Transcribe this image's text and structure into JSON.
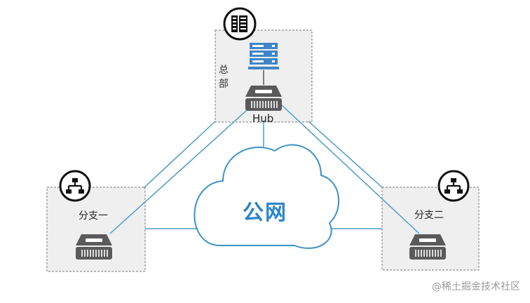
{
  "diagram": {
    "hq": {
      "label": "总部",
      "hub_label": "Hub",
      "badge_icon": "datacenter-grid-icon",
      "server_icon": "server-icon",
      "device_icon": "router-icon"
    },
    "branch1": {
      "label": "分支一",
      "badge_icon": "network-tree-icon",
      "device_icon": "router-icon"
    },
    "branch2": {
      "label": "分支二",
      "badge_icon": "network-tree-icon",
      "device_icon": "router-icon"
    },
    "cloud": {
      "label": "公网"
    },
    "watermark": "@稀土掘金技术社区",
    "colors": {
      "line": "#4a9cc4",
      "cloud_stroke": "#3d92c2",
      "cloud_text": "#2e84c6",
      "device": "#5a5a5a",
      "server": "#3f85c7",
      "box_fill": "#efefef",
      "box_border": "#7a7a7a"
    }
  }
}
